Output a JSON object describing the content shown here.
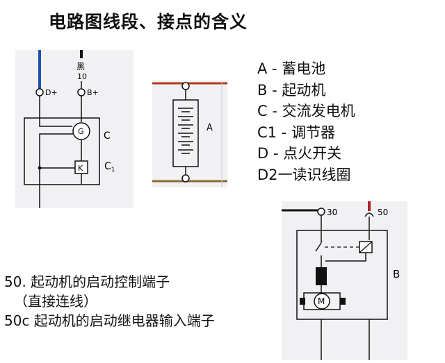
{
  "title": "电路图线段、接点的含义",
  "legend": [
    "A -  蓄电池",
    "B -  起动机",
    "C -  交流发电机",
    "C1 - 调节器",
    "D -  点火开关",
    "D2一读识线圈"
  ],
  "notes": [
    "50. 起动机的启动控制端子",
    "（直接连线）",
    "50c 起动机的启动继电器输入端子"
  ],
  "diagram1": {
    "terminal_d": "D+",
    "terminal_b": "B+",
    "wire_color": "黑",
    "wire_size": "10",
    "component_c": "C",
    "component_c1": "C",
    "c1_sub": "1",
    "g_symbol": "G",
    "k_symbol": "K"
  },
  "diagram2": {
    "label": "A"
  },
  "diagram3": {
    "terminal_30": "30",
    "terminal_50": "50",
    "label": "B",
    "m_symbol": "M"
  }
}
